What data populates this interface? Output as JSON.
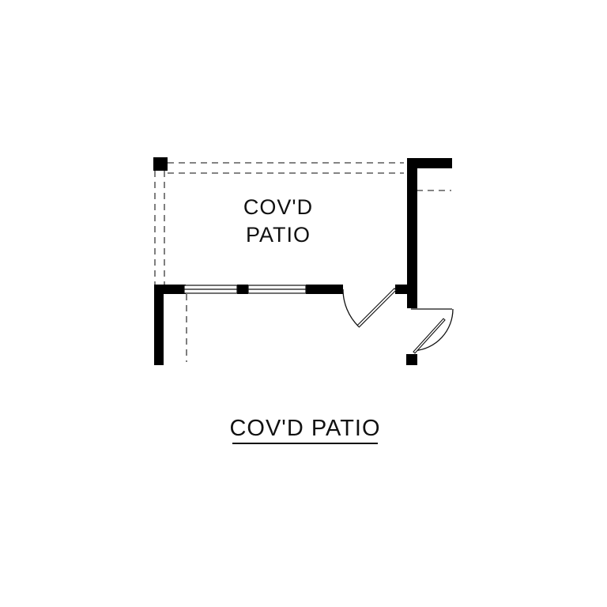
{
  "colors": {
    "background": "#ffffff",
    "wall": "#000000",
    "dashed": "#3a3a3a",
    "text": "#111111"
  },
  "floor_plan": {
    "room_label_line1": "COV'D",
    "room_label_line2": "PATIO",
    "title": "COV'D PATIO"
  }
}
